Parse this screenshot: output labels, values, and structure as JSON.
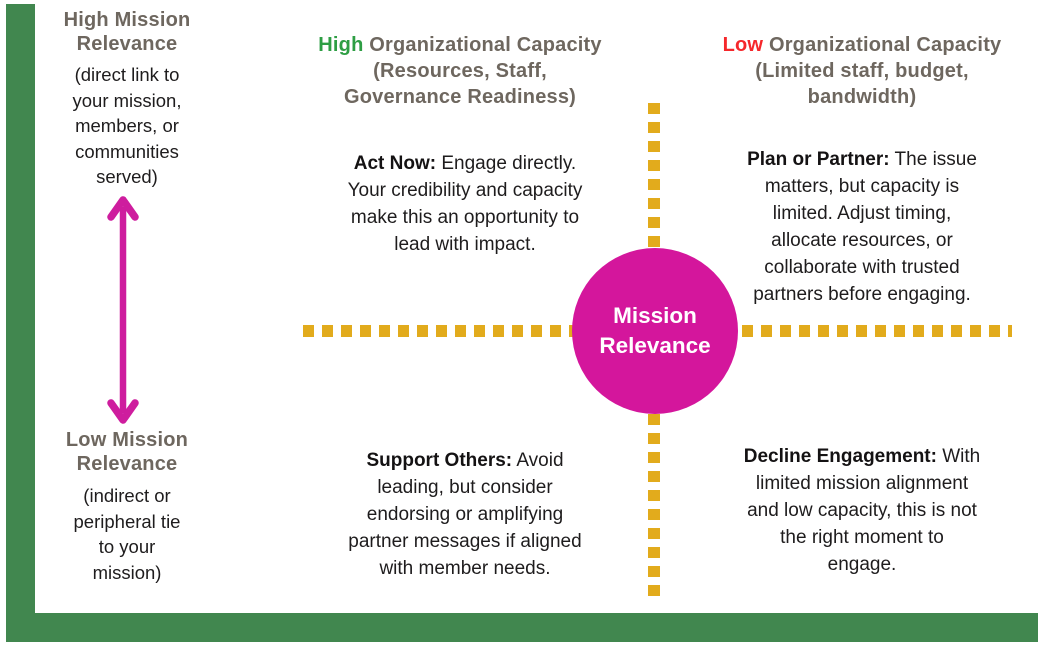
{
  "palette": {
    "frame_green": "#41874F",
    "heading_gray": "#6E675F",
    "accent_green": "#2E9E44",
    "accent_red": "#F5272B",
    "dot_gold": "#E2AB1C",
    "circle_magenta": "#D4169C",
    "arrow_magenta": "#CE1D9E",
    "text_black": "#1E1C1D"
  },
  "y_axis": {
    "high": {
      "label": "High Mission\nRelevance",
      "sub": "(direct link to\nyour mission,\nmembers, or\ncommunities\nserved)"
    },
    "low": {
      "label": "Low Mission\nRelevance",
      "sub": "(indirect or\nperipheral tie\nto your\nmission)"
    }
  },
  "x_axis": {
    "high": {
      "highlight": "High",
      "rest": " Organizational Capacity\n(Resources, Staff,\nGovernance Readiness)"
    },
    "low": {
      "highlight": "Low",
      "rest": " Organizational Capacity\n(Limited staff, budget,\nbandwidth)"
    }
  },
  "quadrants": {
    "act_now": {
      "lead": "Act Now:",
      "body": " Engage directly.\nYour credibility and capacity\nmake this an opportunity to\nlead with impact."
    },
    "plan_partner": {
      "lead": "Plan or Partner:",
      "body": " The issue\nmatters, but capacity is\nlimited. Adjust timing,\nallocate resources, or\ncollaborate with trusted\npartners before engaging."
    },
    "support_others": {
      "lead": "Support Others:",
      "body": " Avoid\nleading, but consider\nendorsing or amplifying\npartner messages if aligned\nwith member needs."
    },
    "decline": {
      "lead": "Decline Engagement:",
      "body": " With\nlimited mission alignment\nand low capacity, this is not\nthe right moment to\nengage."
    }
  },
  "center": {
    "label": "Mission\nRelevance"
  }
}
